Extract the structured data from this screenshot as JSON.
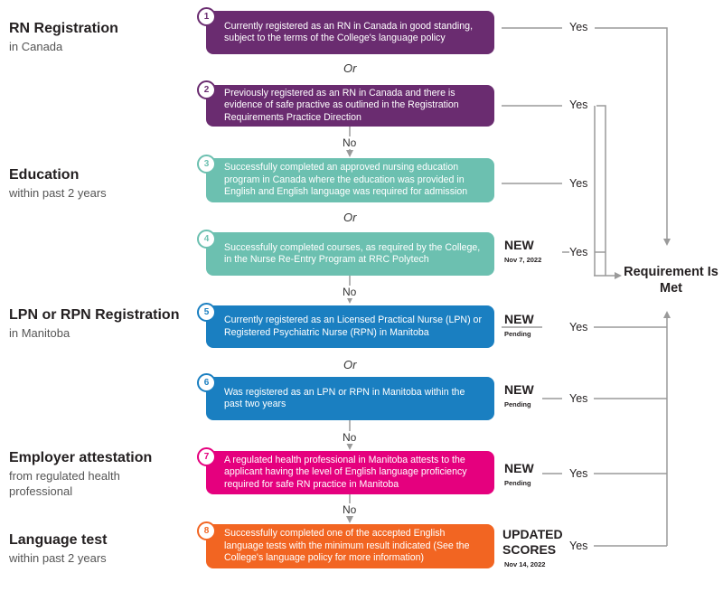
{
  "categories": [
    {
      "title": "RN Registration",
      "subtitle": "in Canada"
    },
    {
      "title": "Education",
      "subtitle": "within past 2 years"
    },
    {
      "title": "LPN or RPN Registration",
      "subtitle": "in Manitoba"
    },
    {
      "title": "Employer attestation",
      "subtitle": "from regulated health professional"
    },
    {
      "title": "Language test",
      "subtitle": "within past 2 years"
    }
  ],
  "steps": [
    {
      "num": "1",
      "text": "Currently registered as an RN in Canada in good standing, subject to the terms of the College's language policy",
      "color": "#6a2c70"
    },
    {
      "num": "2",
      "text": "Previously registered as an RN in Canada and there is evidence of safe practive as outlined in the Registration Requirements Practice Direction",
      "color": "#6a2c70"
    },
    {
      "num": "3",
      "text": "Successfully completed an approved nursing education program in Canada where the education was provided in English and English language was required for admission",
      "color": "#6cc0b0"
    },
    {
      "num": "4",
      "text": "Successfully completed courses, as required by the College, in the Nurse Re-Entry Program at RRC Polytech",
      "color": "#6cc0b0"
    },
    {
      "num": "5",
      "text": "Currently registered as an Licensed Practical Nurse (LPN) or Registered Psychiatric Nurse (RPN) in Manitoba",
      "color": "#1a7fc1"
    },
    {
      "num": "6",
      "text": "Was registered as an LPN or RPN in Manitoba within the past two years",
      "color": "#1a7fc1"
    },
    {
      "num": "7",
      "text": "A regulated health professional in Manitoba attests to the applicant having the level of English language proficiency required for safe RN practice in Manitoba",
      "color": "#e5007e"
    },
    {
      "num": "8",
      "text": "Successfully completed one of the accepted English language tests with the minimum result indicated (See the College's language policy for more information)",
      "color": "#f26522"
    }
  ],
  "connectors": {
    "or": "Or",
    "no": "No",
    "yes": "Yes"
  },
  "badges": [
    {
      "label": "NEW",
      "sub": "Nov 7, 2022"
    },
    {
      "label": "NEW",
      "sub": "Pending"
    },
    {
      "label": "NEW",
      "sub": "Pending"
    },
    {
      "label": "NEW",
      "sub": "Pending"
    },
    {
      "label": "UPDATED SCORES",
      "sub": "Nov 14, 2022"
    }
  ],
  "result": "Requirement Is Met"
}
